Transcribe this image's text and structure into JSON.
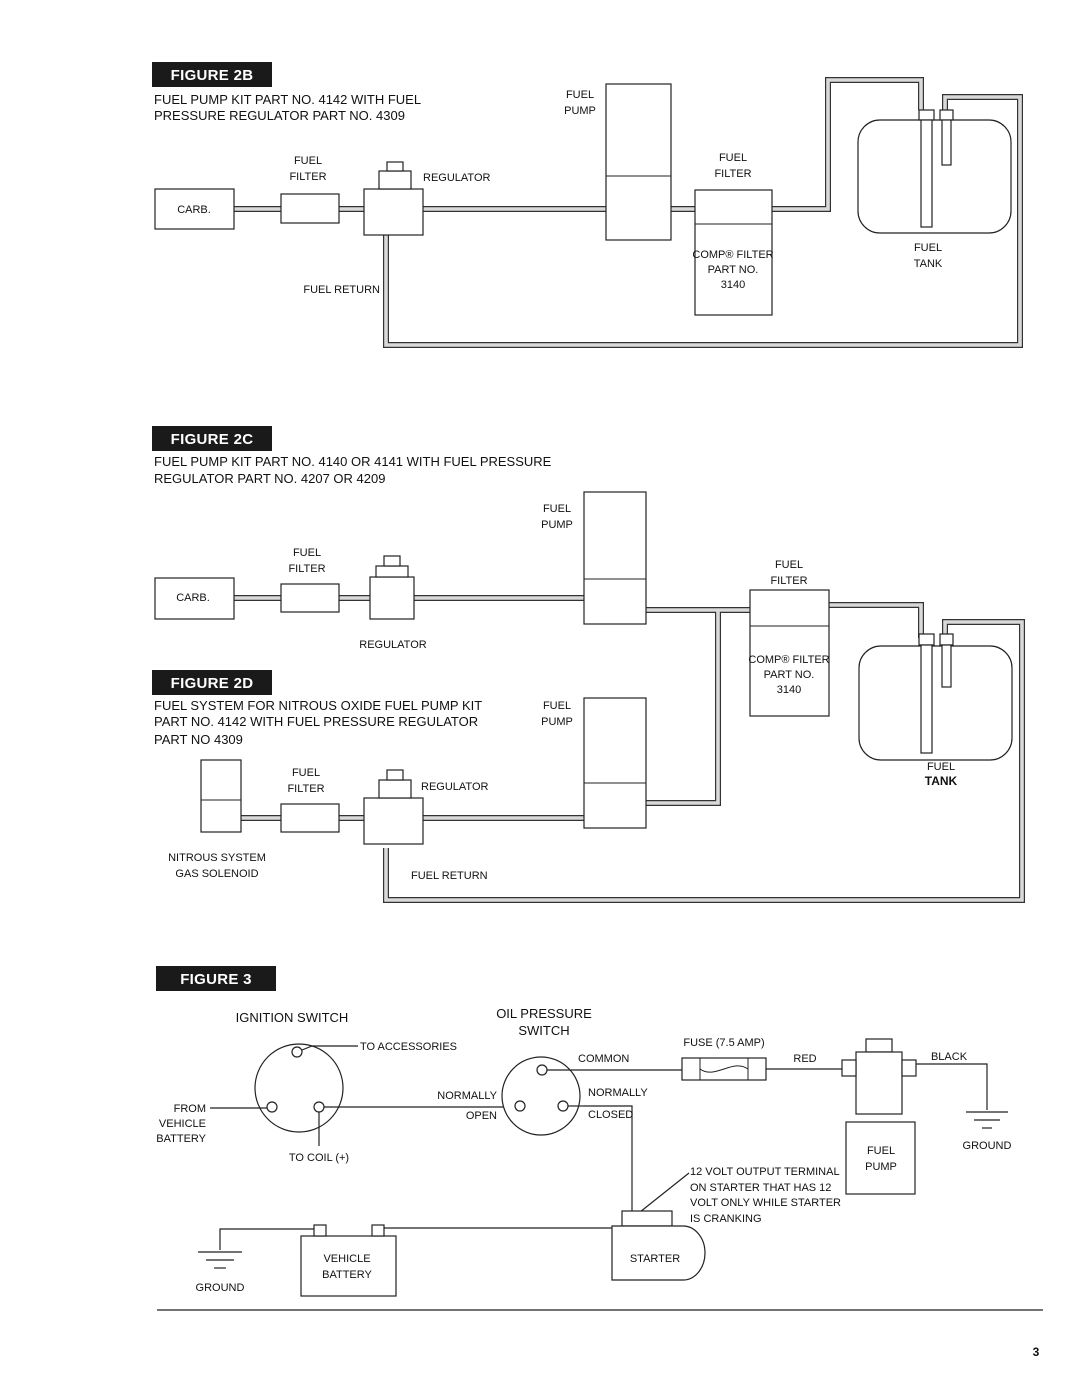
{
  "fig2b": {
    "badge": "FIGURE 2B",
    "caption": [
      "FUEL PUMP KIT PART NO. 4142 WITH FUEL",
      "PRESSURE REGULATOR PART NO. 4309"
    ],
    "carb": "CARB.",
    "fuel_filter": [
      "FUEL",
      "FILTER"
    ],
    "regulator": "REGULATOR",
    "fuel_return": "FUEL RETURN",
    "fuel_pump": [
      "FUEL",
      "PUMP"
    ],
    "filter2": [
      "FUEL",
      "FILTER"
    ],
    "comp_filter": [
      "COMP® FILTER",
      "PART NO.",
      "3140"
    ],
    "fuel_tank": [
      "FUEL",
      "TANK"
    ]
  },
  "fig2c": {
    "badge": "FIGURE 2C",
    "caption": [
      "FUEL PUMP KIT PART NO. 4140 OR 4141 WITH FUEL PRESSURE",
      "REGULATOR PART NO. 4207 OR 4209"
    ],
    "carb": "CARB.",
    "fuel_filter": [
      "FUEL",
      "FILTER"
    ],
    "regulator": "REGULATOR",
    "fuel_pump": [
      "FUEL",
      "PUMP"
    ],
    "filter2": [
      "FUEL",
      "FILTER"
    ],
    "comp_filter": [
      "COMP® FILTER",
      "PART NO.",
      "3140"
    ],
    "fuel_tank": [
      "FUEL",
      "TANK"
    ]
  },
  "fig2d": {
    "badge": "FIGURE 2D",
    "caption": [
      "FUEL SYSTEM FOR NITROUS OXIDE FUEL PUMP KIT",
      "PART NO. 4142 WITH FUEL PRESSURE REGULATOR",
      "PART NO 4309"
    ],
    "fuel_pump": [
      "FUEL",
      "PUMP"
    ],
    "fuel_filter": [
      "FUEL",
      "FILTER"
    ],
    "regulator": "REGULATOR",
    "solenoid": [
      "NITROUS SYSTEM",
      "GAS SOLENOID"
    ],
    "fuel_return": "FUEL RETURN"
  },
  "fig3": {
    "badge": "FIGURE 3",
    "ignition_switch": "IGNITION SWITCH",
    "to_accessories": "TO ACCESSORIES",
    "from_battery": [
      "FROM",
      "VEHICLE",
      "BATTERY"
    ],
    "to_coil": "TO COIL (+)",
    "oil_switch": [
      "OIL PRESSURE",
      "SWITCH"
    ],
    "common": "COMMON",
    "normally_open": [
      "NORMALLY",
      "OPEN"
    ],
    "normally_closed": [
      "NORMALLY",
      "CLOSED"
    ],
    "fuse": "FUSE (7.5 AMP)",
    "red": "RED",
    "black": "BLACK",
    "ground_right": "GROUND",
    "fuel_pump": [
      "FUEL",
      "PUMP"
    ],
    "starter_note": [
      "12 VOLT OUTPUT TERMINAL",
      "ON STARTER THAT HAS 12",
      "VOLT ONLY WHILE STARTER",
      "IS CRANKING"
    ],
    "starter": "STARTER",
    "vehicle_battery": [
      "VEHICLE",
      "BATTERY"
    ],
    "ground_left": "GROUND"
  },
  "page_number": "3"
}
